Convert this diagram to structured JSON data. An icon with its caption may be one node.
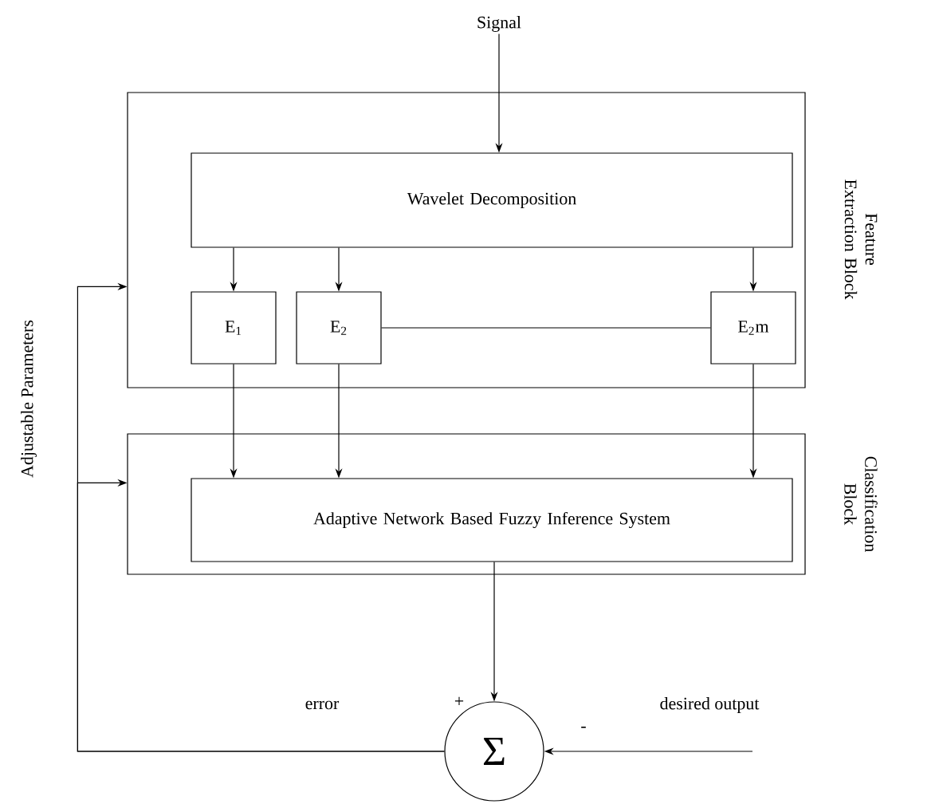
{
  "diagram": {
    "nodes": [
      {
        "text": [
          "Signal"
        ]
      },
      {
        "text": [
          "Feature Extraction Block"
        ]
      },
      {
        "text": [
          "Wavelet Decomposition"
        ],
        "in": 1
      },
      {
        "text": [
          "E$_{1}$"
        ],
        "in": 1
      },
      {
        "text": [
          "E$_{2}$"
        ],
        "in": 1
      },
      {
        "text": [
          "E$_{2}$m"
        ],
        "in": 1
      },
      {
        "text": [
          "Classification Block"
        ]
      },
      {
        "text": [
          "Adaptive Network Based Fuzzy Inference System"
        ],
        "in": 6
      },
      {
        "text": [
          "Σ"
        ]
      }
    ],
    "edges": [
      {
        "from": 0,
        "to": 2,
        "arrow": "to"
      },
      {
        "from": 2,
        "to": 3,
        "arrow": "to"
      },
      {
        "from": 2,
        "to": 4,
        "arrow": "to"
      },
      {
        "from": 2,
        "to": 5,
        "arrow": "to"
      },
      {
        "from": 4,
        "to": 5,
        "arrow": "none"
      },
      {
        "from": 3,
        "to": 7,
        "arrow": "to"
      },
      {
        "from": 4,
        "to": 7,
        "arrow": "to"
      },
      {
        "from": 5,
        "to": 7,
        "arrow": "to"
      },
      {
        "from": 7,
        "to": 8,
        "arrow": "to"
      },
      {
        "from": null,
        "to": 8,
        "arrow": "to"
      },
      {
        "from": 8,
        "to": 1,
        "arrow": "to"
      },
      {
        "from": 8,
        "to": 6,
        "arrow": "to"
      }
    ],
    "labels": [
      "Adjustable Parameters",
      "error",
      "+",
      "desired output",
      "-"
    ]
  }
}
